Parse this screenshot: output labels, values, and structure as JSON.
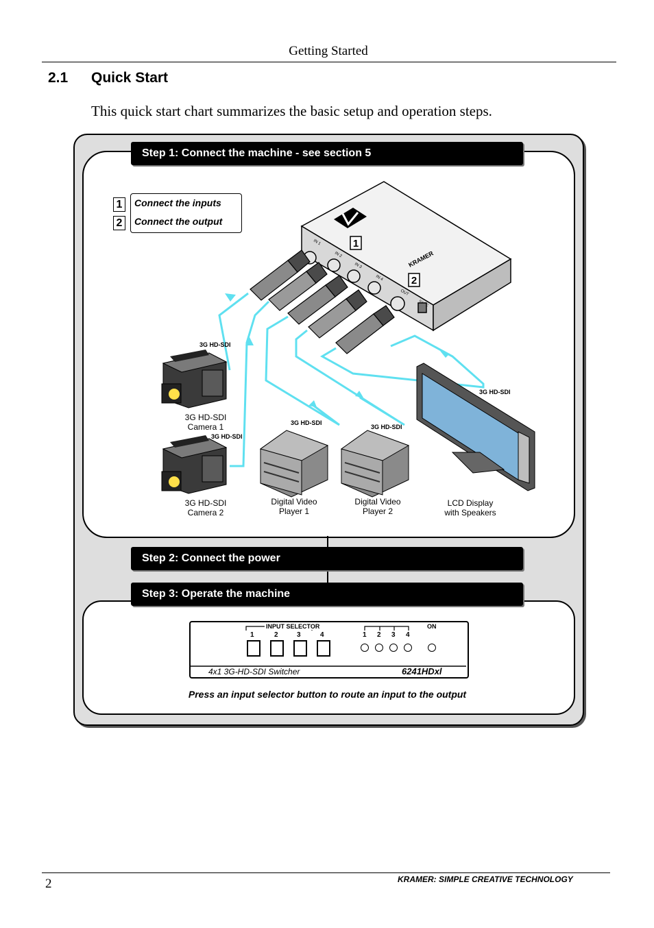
{
  "running_header": "Getting Started",
  "section": {
    "number": "2.1",
    "title": "Quick Start"
  },
  "intro": "This quick start chart summarizes the basic setup and operation steps.",
  "steps": {
    "step1": "Step 1: Connect the machine - see section 5",
    "step2": "Step 2: Connect the power",
    "step3": "Step 3: Operate the machine"
  },
  "legend": [
    {
      "num": "1",
      "text": "Connect the inputs"
    },
    {
      "num": "2",
      "text": "Connect the output"
    }
  ],
  "device": {
    "ports": [
      "IN 1",
      "IN 2",
      "IN 3",
      "IN 4",
      "OUT"
    ],
    "power_label": "5V DC",
    "brand": "KRAMER",
    "callout_1": "1",
    "callout_2": "2"
  },
  "cables": {
    "cam1": "3G HD-SDI",
    "cam2": "3G HD-SDI",
    "player1": "3G HD-SDI",
    "player2": "3G HD-SDI",
    "display": "3G HD-SDI"
  },
  "sources": {
    "camera1": {
      "line1": "3G HD-SDI",
      "line2": "Camera 1"
    },
    "camera2": {
      "line1": "3G HD-SDI",
      "line2": "Camera 2"
    },
    "player1": {
      "line1": "Digital Video",
      "line2": "Player 1"
    },
    "player2": {
      "line1": "Digital Video",
      "line2": "Player 2"
    },
    "display": {
      "line1": "LCD Display",
      "line2": "with Speakers"
    }
  },
  "front_panel": {
    "input_selector": "INPUT SELECTOR",
    "on": "ON",
    "buttons": [
      "1",
      "2",
      "3",
      "4"
    ],
    "leds": [
      "1",
      "2",
      "3",
      "4"
    ],
    "model_left": "4x1 3G-HD-SDI Switcher",
    "model_right": "6241HDxl"
  },
  "operate_caption": "Press an input selector button to route an input to the output",
  "footer": {
    "page": "2",
    "company": "KRAMER:  SIMPLE CREATIVE TECHNOLOGY"
  }
}
